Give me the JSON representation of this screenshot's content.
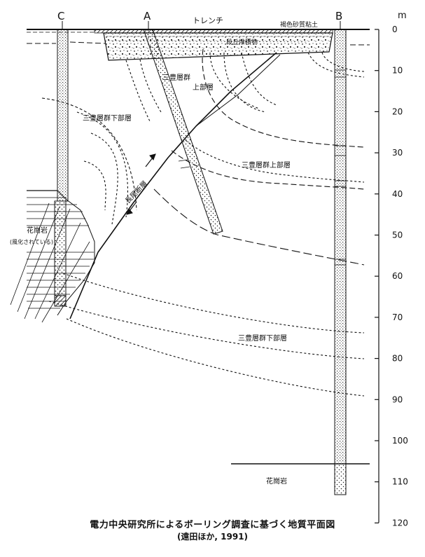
{
  "boreholes": {
    "c": "C",
    "a": "A",
    "b": "B"
  },
  "trench_label": "トレンチ",
  "surface_labels": {
    "top_soil": "褐色砂質粘土",
    "terrace": "段丘堆積物"
  },
  "depth_axis": {
    "unit": "m",
    "ticks": [
      0,
      10,
      20,
      30,
      40,
      50,
      60,
      70,
      80,
      90,
      100,
      110,
      120
    ]
  },
  "labels": {
    "upper_group_1a": "三豊層群",
    "upper_group_1b": "上部層",
    "lower_group_1": "三豊層群下部層",
    "upper_group_2": "三豊層群上部層",
    "fault": "長尾断層",
    "granite_left": "花崗岩",
    "granite_left_note": "(風化されている)",
    "lower_group_2": "三豊層群下部層",
    "granite_right": "花崗岩"
  },
  "caption": {
    "line1": "電力中央研究所によるボーリング調査に基づく地質平面図",
    "line2": "(遠田ほか, 1991)"
  }
}
